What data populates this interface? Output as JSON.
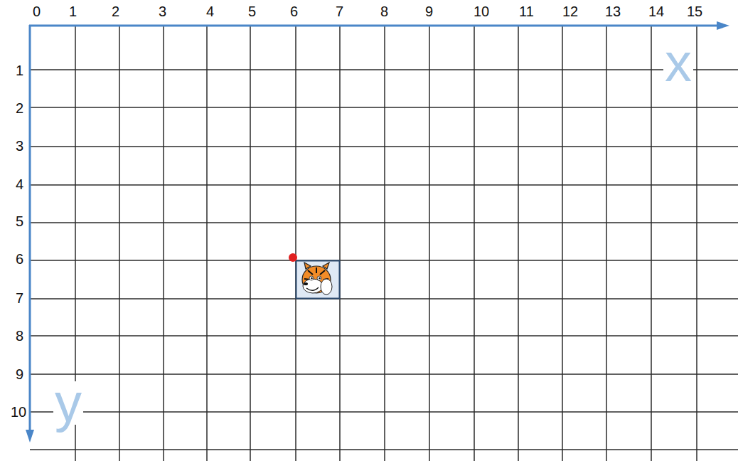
{
  "diagram": {
    "labels": [
      "0",
      "1",
      "2",
      "3",
      "4",
      "5",
      "6",
      "7",
      "8",
      "9",
      "10",
      "11",
      "12",
      "13",
      "14",
      "15",
      "1",
      "2",
      "3",
      "4",
      "5",
      "6",
      "7",
      "8",
      "9",
      "10",
      "x",
      "y"
    ]
  }
}
